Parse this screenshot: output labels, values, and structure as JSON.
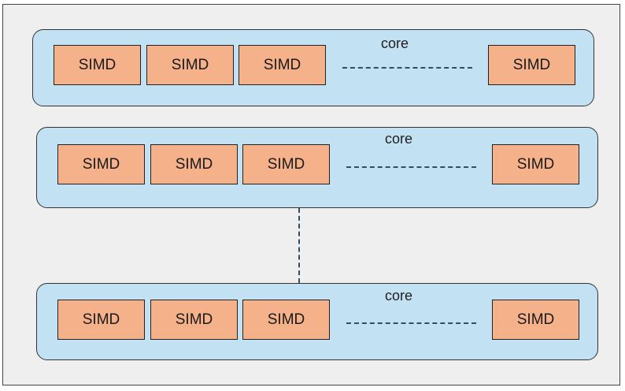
{
  "colors": {
    "background": "#efefef",
    "core_fill": "#c2e2f3",
    "simd_fill": "#f4b18a",
    "connector": "#2c4f6a"
  },
  "cores": [
    {
      "label": "core",
      "units": [
        "SIMD",
        "SIMD",
        "SIMD",
        "SIMD"
      ]
    },
    {
      "label": "core",
      "units": [
        "SIMD",
        "SIMD",
        "SIMD",
        "SIMD"
      ]
    },
    {
      "label": "core",
      "units": [
        "SIMD",
        "SIMD",
        "SIMD",
        "SIMD"
      ]
    }
  ]
}
